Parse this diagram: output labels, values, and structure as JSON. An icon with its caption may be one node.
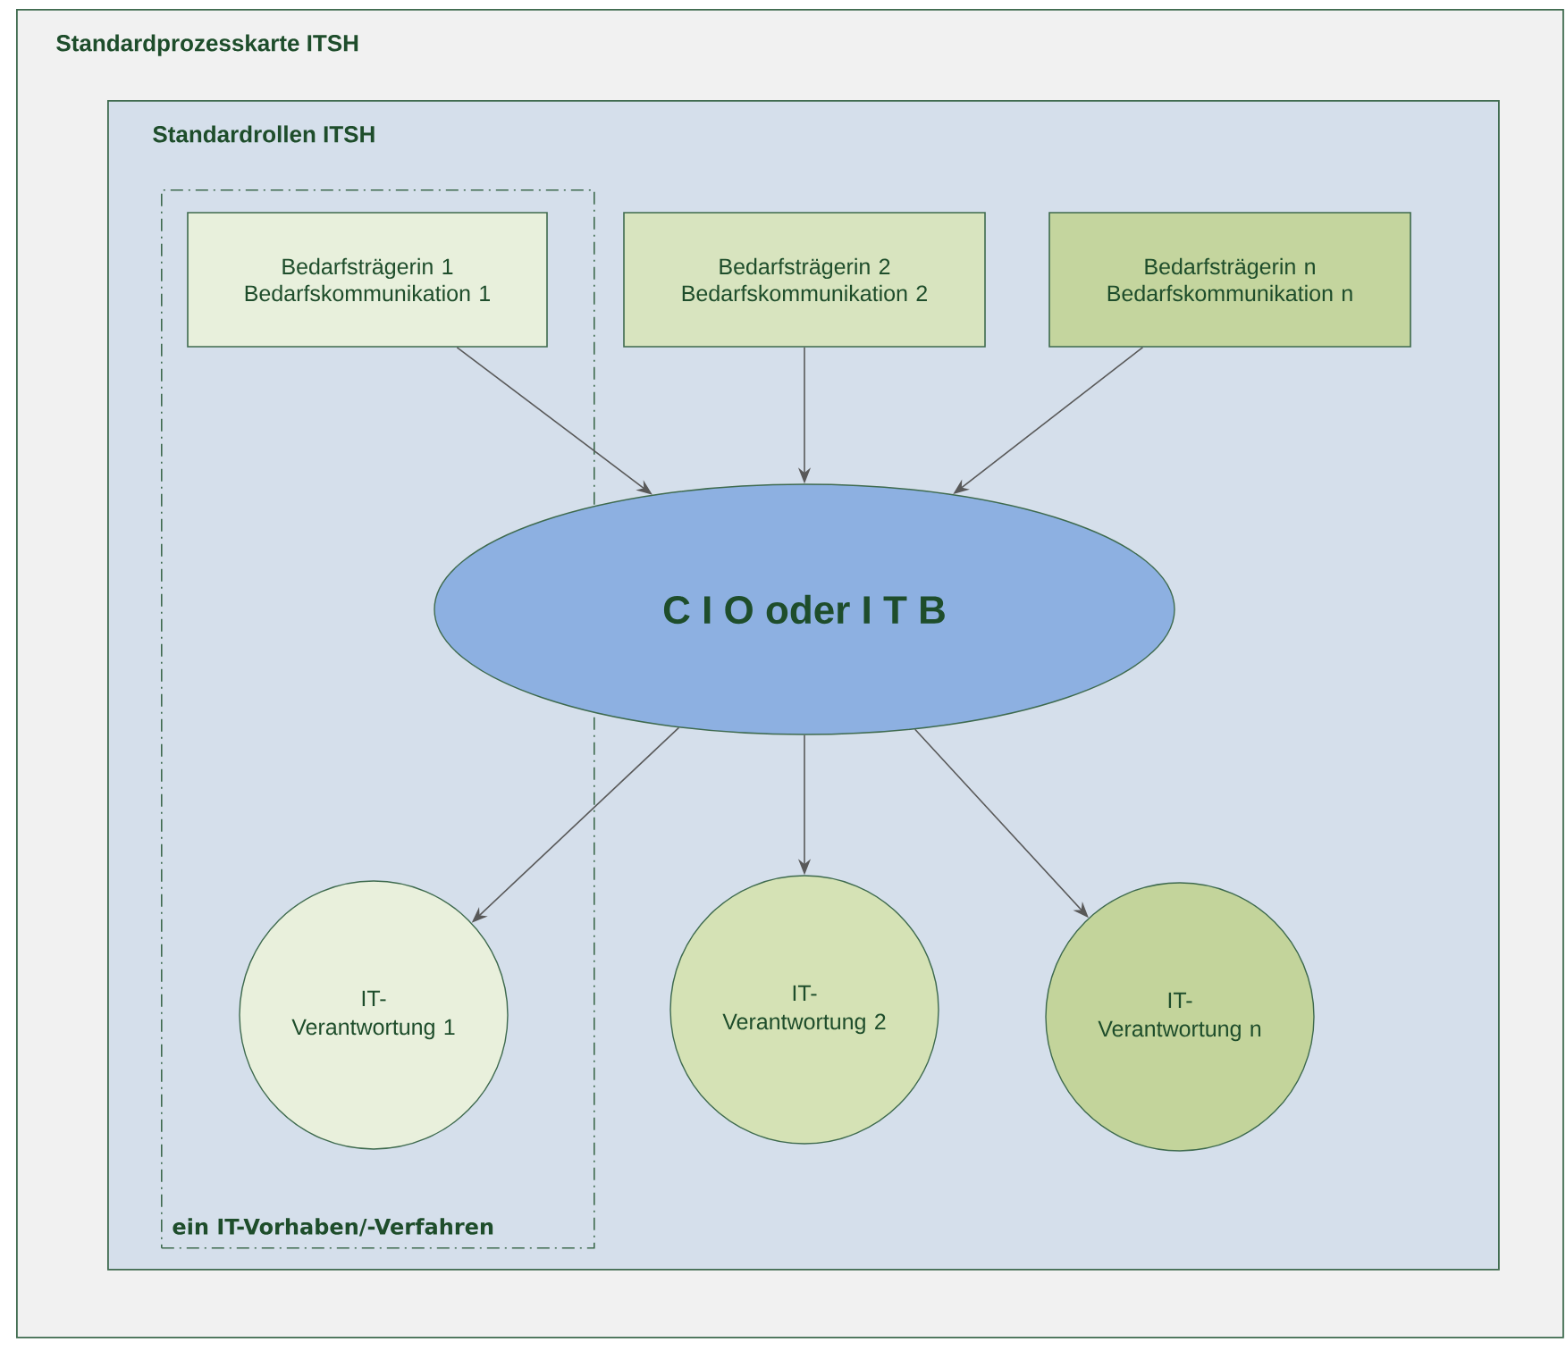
{
  "diagram": {
    "nodes": [
      {
        "text": [
          "Standardprozesskarte ITSH"
        ]
      },
      {
        "text": [
          "Standardrollen ITSH"
        ],
        "in": 0
      },
      {
        "text": [
          "ein IT-Vorhaben/-Verfahren"
        ],
        "in": 1
      },
      {
        "text": [
          "Bedarfsträgerin 1 Bedarfskommunikation 1"
        ],
        "in": 2
      },
      {
        "text": [
          "Bedarfsträgerin 2 Bedarfskommunikation 2"
        ],
        "in": 1
      },
      {
        "text": [
          "Bedarfsträgerin n Bedarfskommunikation n"
        ],
        "in": 1
      },
      {
        "text": [
          "C I O oder I T B"
        ],
        "in": 1
      },
      {
        "text": [
          "IT- Verantwortung 1"
        ],
        "in": 2
      },
      {
        "text": [
          "IT- Verantwortung 2"
        ],
        "in": 1
      },
      {
        "text": [
          "IT- Verantwortung n"
        ],
        "in": 1
      }
    ],
    "edges": [
      {
        "from": 3,
        "to": 6,
        "arrow": "to"
      },
      {
        "from": 4,
        "to": 6,
        "arrow": "to"
      },
      {
        "from": 5,
        "to": 6,
        "arrow": "to"
      },
      {
        "from": 6,
        "to": 7,
        "arrow": "to"
      },
      {
        "from": 6,
        "to": 8,
        "arrow": "to"
      },
      {
        "from": 6,
        "to": 9,
        "arrow": "to"
      }
    ]
  }
}
